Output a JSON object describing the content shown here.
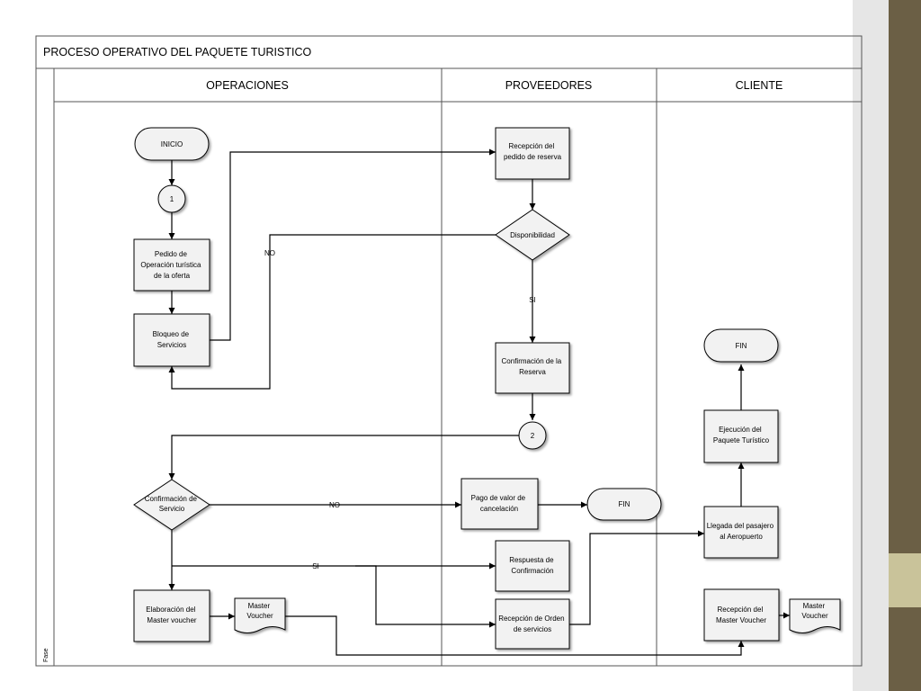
{
  "diagram": {
    "title": "PROCESO OPERATIVO DEL PAQUETE TURISTICO",
    "phase_label": "Fase",
    "lanes": [
      "OPERACIONES",
      "PROVEEDORES",
      "CLIENTE"
    ],
    "nodes": {
      "inicio": [
        "INICIO"
      ],
      "conector1": [
        "1"
      ],
      "pedido": [
        "Pedido de",
        "Operación turística",
        "de la oferta"
      ],
      "bloqueo": [
        "Bloqueo de",
        "Servicios"
      ],
      "recepcion_pedido": [
        "Recepción del",
        "pedido de reserva"
      ],
      "disponibilidad": [
        "Disponibilidad"
      ],
      "confirmacion_reserva": [
        "Confirmación  de la",
        "Reserva"
      ],
      "conector2": [
        "2"
      ],
      "confirmacion_servicio": [
        "Confirmación de",
        "Servicio"
      ],
      "pago": [
        "Pago de valor de",
        "cancelación"
      ],
      "fin_proveedores": [
        "FIN"
      ],
      "respuesta": [
        "Respuesta de",
        "Confirmación"
      ],
      "elaboracion": [
        "Elaboración del",
        "Master voucher"
      ],
      "master_voucher_1": [
        "Master",
        "Voucher"
      ],
      "recepcion_orden": [
        "Recepción de Orden",
        "de servicios"
      ],
      "fin_cliente": [
        "FIN"
      ],
      "ejecucion": [
        "Ejecución del",
        "Paquete Turístico"
      ],
      "llegada": [
        "Llegada del pasajero",
        "al Aeropuerto"
      ],
      "recepcion_master": [
        "Recepción del",
        "Master Voucher"
      ],
      "master_voucher_2": [
        "Master",
        "Voucher"
      ]
    },
    "edge_labels": {
      "no_disponibilidad": "NO",
      "si_disponibilidad": "SI",
      "no_confirmacion": "NO",
      "si_confirmacion": "SI"
    },
    "colors": {
      "shape_fill": "#f2f2f2",
      "stroke": "#000000",
      "band_dark": "#6b5f45",
      "band_light": "#c9c39a"
    }
  }
}
